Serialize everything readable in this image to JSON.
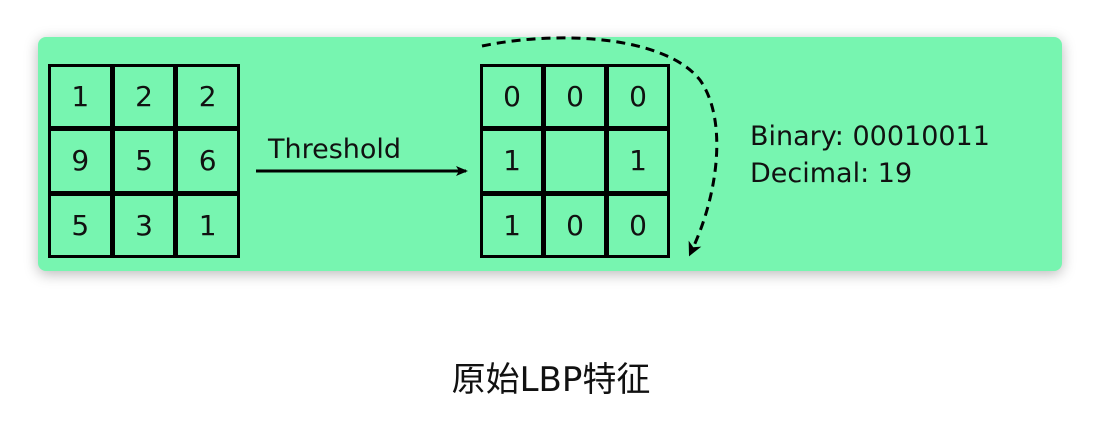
{
  "diagram": {
    "input_grid": [
      "1",
      "2",
      "2",
      "9",
      "5",
      "6",
      "5",
      "3",
      "1"
    ],
    "threshold_label": "Threshold",
    "output_grid": [
      "0",
      "0",
      "0",
      "1",
      "",
      "1",
      "1",
      "0",
      "0"
    ],
    "result": {
      "binary": "Binary: 00010011",
      "decimal": "Decimal: 19"
    }
  },
  "caption": "原始LBP特征",
  "colors": {
    "background_panel": "#77f5b0",
    "line": "#000000"
  }
}
